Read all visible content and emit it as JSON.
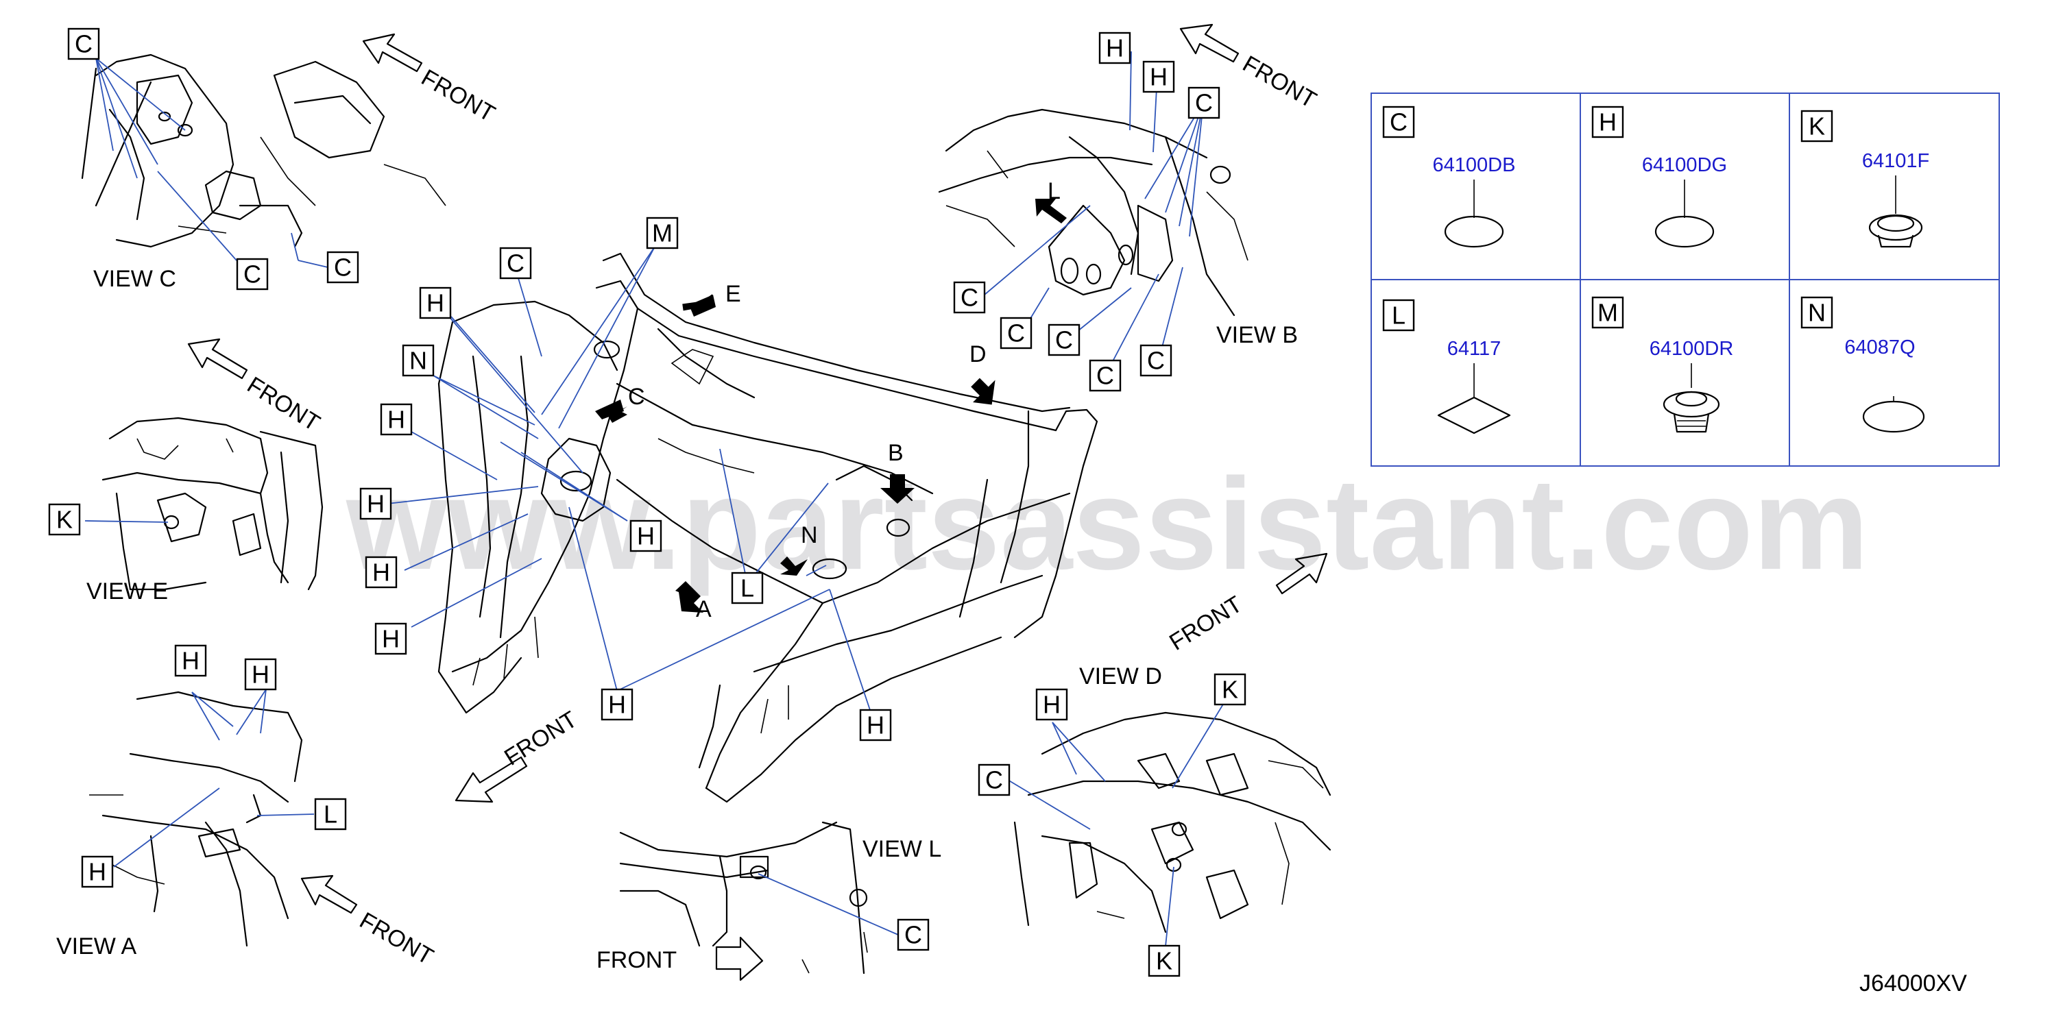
{
  "watermark": "www.partsassistant.com",
  "diagram_code": "J64000XV",
  "direction_label": "FRONT",
  "views": {
    "c": "VIEW   C",
    "e": "VIEW   E",
    "a": "VIEW   A",
    "b": "VIEW   B",
    "d": "VIEW   D",
    "l": "VIEW   L"
  },
  "view_pointers": [
    "A",
    "B",
    "C",
    "D",
    "E",
    "L",
    "N"
  ],
  "callouts": {
    "C": "C",
    "H": "H",
    "K": "K",
    "L": "L",
    "M": "M",
    "N": "N"
  },
  "legend": [
    {
      "code": "C",
      "part_number": "64100DB",
      "shape": "oval-plug"
    },
    {
      "code": "H",
      "part_number": "64100DG",
      "shape": "oval-plug"
    },
    {
      "code": "K",
      "part_number": "64101F",
      "shape": "round-grommet"
    },
    {
      "code": "L",
      "part_number": "64117",
      "shape": "diamond-seal"
    },
    {
      "code": "M",
      "part_number": "64100DR",
      "shape": "stepped-grommet"
    },
    {
      "code": "N",
      "part_number": "64087Q",
      "shape": "oval-plug"
    }
  ]
}
